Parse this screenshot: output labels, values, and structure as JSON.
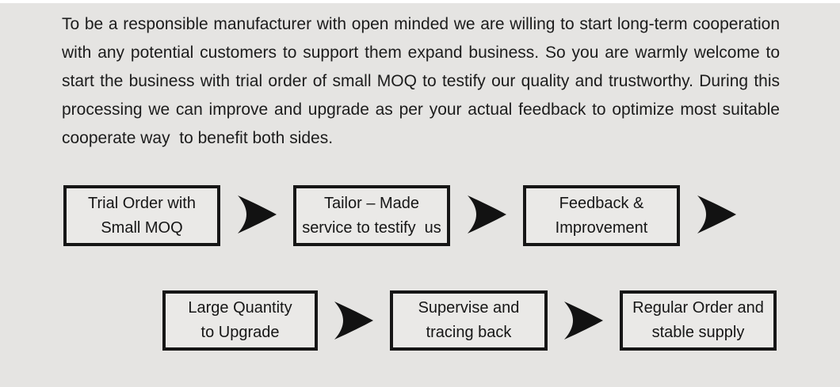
{
  "page": {
    "background_color": "#e5e4e2",
    "top_strip_color": "#ffffff",
    "box_border_color": "#161616",
    "arrow_color": "#121212"
  },
  "paragraph": {
    "lines": [
      "To be a responsible manufacturer with open minded we are willing to start long-term cooperation",
      "with any potential customers to support them expand business. So you are warmly welcome to",
      "start the business with trial order of small MOQ to testify our quality and trustworthy. During this",
      "processing we can improve and upgrade as per your actual feedback to optimize most suitable",
      "cooperate way  to benefit both sides."
    ]
  },
  "flow": {
    "row1": [
      {
        "line1": "Trial Order with",
        "line2": "Small MOQ"
      },
      {
        "line1": "Tailor – Made",
        "line2": "service to testify  us"
      },
      {
        "line1": "Feedback &",
        "line2": "Improvement"
      }
    ],
    "row2": [
      {
        "line1": "Large Quantity",
        "line2": "to Upgrade"
      },
      {
        "line1": "Supervise and",
        "line2": "tracing back"
      },
      {
        "line1": "Regular Order and",
        "line2": "stable supply"
      }
    ]
  }
}
